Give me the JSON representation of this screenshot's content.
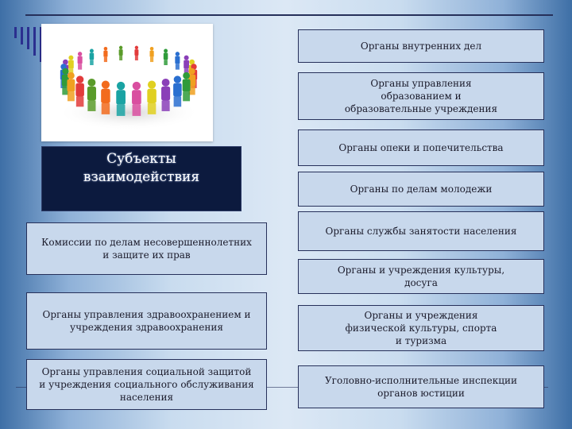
{
  "diagram": {
    "center_title": "Субъекты\nвзаимодействия",
    "right_boxes": [
      "Органы внутренних дел",
      "Органы управления\nобразованием и\nобразовательные учреждения",
      "Органы опеки и попечительства",
      "Органы по делам молодежи",
      "Органы службы занятости населения",
      "Органы и учреждения культуры,\nдосуга",
      "Органы и учреждения\nфизической культуры, спорта\nи туризма",
      "Уголовно-исполнительные инспекции\nорганов юстиции"
    ],
    "left_boxes": [
      "Комиссии по делам несовершеннолетних\nи защите их прав",
      "Органы управления здравоохранением и\nучреждения здравоохранения",
      "Органы управления социальной защитой\nи учреждения социального обслуживания\nнаселения"
    ]
  },
  "colors": {
    "title_bg": "#0c1a3e",
    "box_fill": "#c8d8ec",
    "border": "#26305a",
    "accent_bars": "#2b2f8f"
  }
}
